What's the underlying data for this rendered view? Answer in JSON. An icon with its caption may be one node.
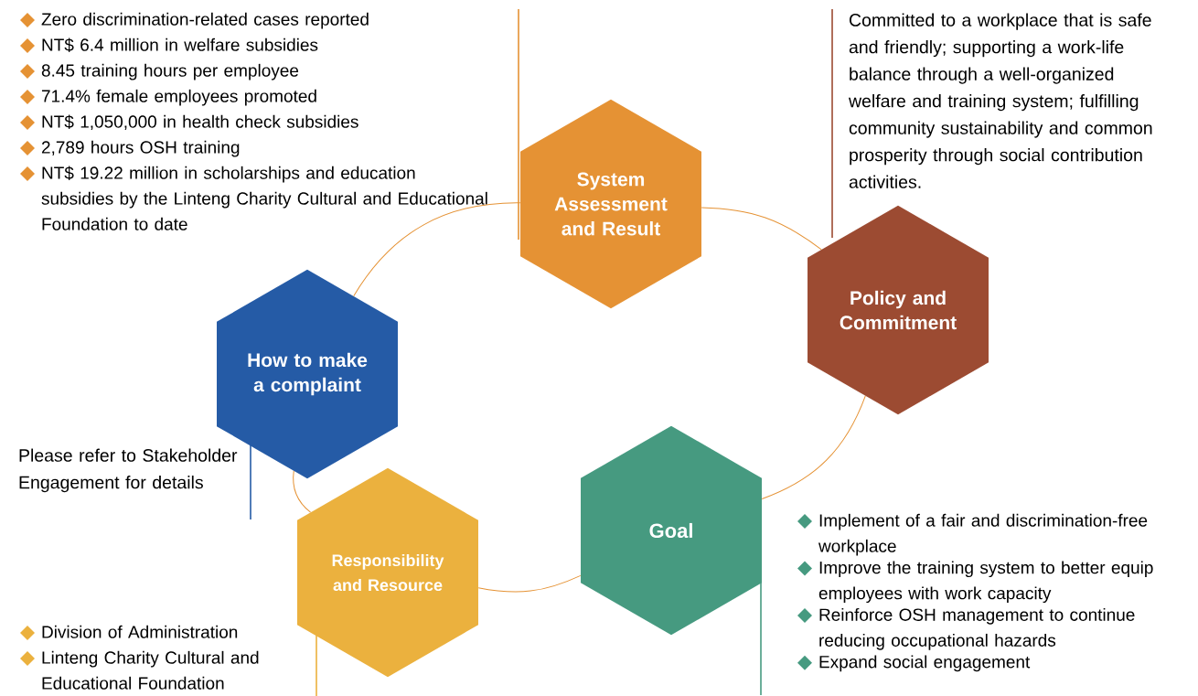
{
  "diagram": {
    "nodes": [
      {
        "text": [
          "System Assessment and Result"
        ],
        "beside": [
          "Zero discrimination-related cases reported",
          "NT$ 6.4 million in welfare subsidies",
          "8.45 training hours per employee",
          "71.4% female employees promoted",
          "NT$ 1,050,000 in health check subsidies",
          "2,789 hours OSH training",
          "NT$ 19.22 million in scholarships and education subsidies by the Linteng Charity Cultural and Educational Foundation to date"
        ]
      },
      {
        "text": [
          "Policy and Commitment"
        ],
        "beside": [
          "Committed to a workplace that is safe and friendly; supporting a work-life balance through a well-organized welfare and training system; fulfilling community sustainability and common prosperity through social contribution activities."
        ]
      },
      {
        "text": [
          "How to make a complaint"
        ],
        "beside": [
          "Please refer to Stakeholder Engagement for details"
        ]
      },
      {
        "text": [
          "Goal"
        ],
        "beside": [
          "Implement of a fair and discrimination-free workplace",
          "Improve the training system to better equip employees with work capacity",
          "Reinforce OSH management to continue reducing occupational hazards",
          "Expand social engagement"
        ]
      },
      {
        "text": [
          "Responsibility and Resource"
        ],
        "beside": [
          "Division of Administration",
          "Linteng Charity Cultural and Educational Foundation"
        ]
      }
    ],
    "edges": [
      {
        "from": 0,
        "to": 1,
        "arrow": "none"
      },
      {
        "from": 1,
        "to": 3,
        "arrow": "none"
      },
      {
        "from": 3,
        "to": 4,
        "arrow": "none"
      },
      {
        "from": 4,
        "to": 2,
        "arrow": "none"
      },
      {
        "from": 2,
        "to": 0,
        "arrow": "none"
      }
    ]
  }
}
